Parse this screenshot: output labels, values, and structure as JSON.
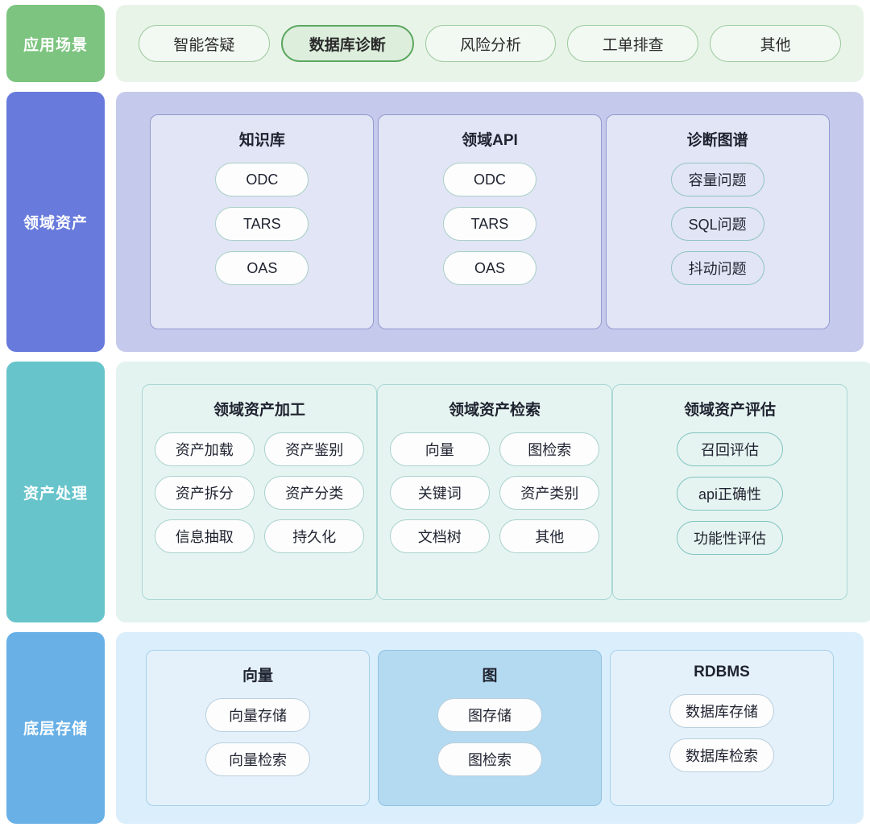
{
  "layers": [
    {
      "label": "应用场景",
      "color": "#7cc47f",
      "band": "#e9f4e9",
      "scenarios": [
        {
          "label": "智能答疑",
          "active": false
        },
        {
          "label": "数据库诊断",
          "active": true
        },
        {
          "label": "风险分析",
          "active": false
        },
        {
          "label": "工单排查",
          "active": false
        },
        {
          "label": "其他",
          "active": false
        }
      ]
    },
    {
      "label": "领域资产",
      "color": "#687bdc",
      "band": "#c5caec",
      "cards": [
        {
          "title": "知识库",
          "items": [
            "ODC",
            "TARS",
            "OAS"
          ]
        },
        {
          "title": "领域API",
          "items": [
            "ODC",
            "TARS",
            "OAS"
          ]
        },
        {
          "title": "诊断图谱",
          "items": [
            "容量问题",
            "SQL问题",
            "抖动问题"
          ]
        }
      ]
    },
    {
      "label": "资产处理",
      "color": "#68c4cb",
      "band": "#e3f3ef",
      "cards": [
        {
          "title": "领域资产加工",
          "items": [
            "资产加载",
            "资产鉴别",
            "资产拆分",
            "资产分类",
            "信息抽取",
            "持久化"
          ]
        },
        {
          "title": "领域资产检索",
          "items": [
            "向量",
            "图检索",
            "关键词",
            "资产类别",
            "文档树",
            "其他"
          ]
        },
        {
          "title": "领域资产评估",
          "items": [
            "召回评估",
            "api正确性",
            "功能性评估"
          ]
        }
      ]
    },
    {
      "label": "底层存储",
      "color": "#68b0e6",
      "band": "#dbeefb",
      "cards": [
        {
          "title": "向量",
          "items": [
            "向量存储",
            "向量检索"
          ]
        },
        {
          "title": "图",
          "items": [
            "图存储",
            "图检索"
          ]
        },
        {
          "title": "RDBMS",
          "items": [
            "数据库存储",
            "数据库检索"
          ]
        }
      ]
    }
  ]
}
